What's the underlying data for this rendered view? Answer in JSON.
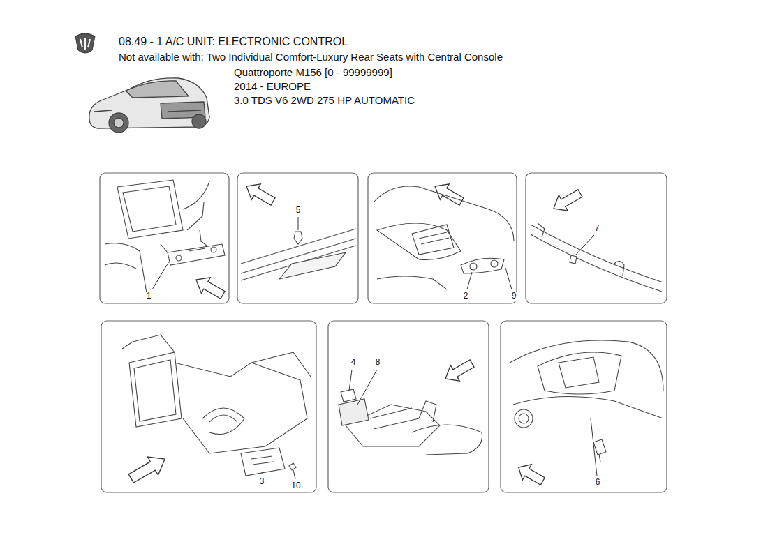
{
  "diagram": {
    "title": "08.49 - 1 A/C UNIT: ELECTRONIC CONTROL",
    "labels": [
      "Not available with: Two Individual Comfort-Luxury Rear Seats with Central Console",
      "Quattroporte M156 [0 - 99999999]",
      "2014 - EUROPE",
      "3.0 TDS V6 2WD 275 HP AUTOMATIC",
      "1",
      "5",
      "2",
      "9",
      "7",
      "4",
      "8",
      "3",
      "10",
      "6"
    ]
  }
}
